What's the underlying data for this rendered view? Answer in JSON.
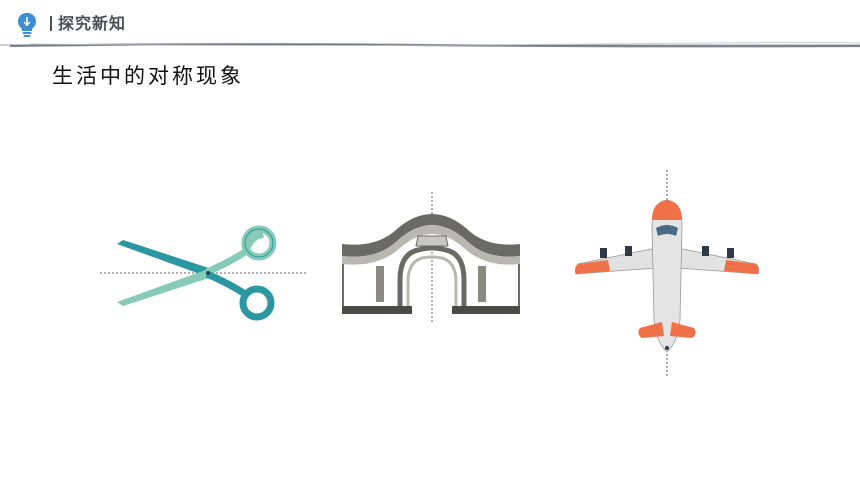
{
  "header": {
    "title": "探究新知",
    "icon": "lightbulb-icon",
    "accent_color": "#3a8fd6"
  },
  "content": {
    "subtitle": "生活中的对称现象"
  },
  "figures": [
    {
      "name": "scissors",
      "icon": "scissors-icon",
      "color": "#7cc5b2",
      "outline": "#2b8f9a"
    },
    {
      "name": "gate",
      "icon": "arch-gate-icon",
      "color": "#8a8a82",
      "outline": "#4a4a46"
    },
    {
      "name": "plane",
      "icon": "airplane-icon",
      "color": "#e8e8e8",
      "accent": "#f07048"
    }
  ]
}
